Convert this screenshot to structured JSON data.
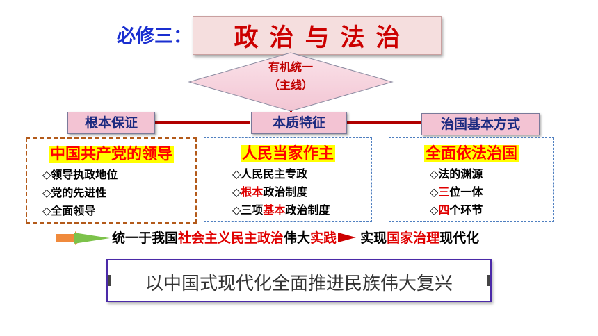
{
  "header": {
    "module_label": "必修三：",
    "title": "政治与法治"
  },
  "mainline": {
    "line1": "有机统一",
    "line2": "（主线）"
  },
  "branches": [
    {
      "label": "根本保证",
      "title": "中国共产党的领导",
      "items": [
        "◇领导执政地位",
        "◇党的先进性",
        "◇全面领导"
      ]
    },
    {
      "label": "本质特征",
      "title": "人民当家作主",
      "items": [
        {
          "pre": "◇人民民主专政",
          "red": "",
          "post": ""
        },
        {
          "pre": "◇",
          "red": "根本",
          "post": "政治制度"
        },
        {
          "pre": "◇三项",
          "red": "基本",
          "post": "政治制度"
        }
      ]
    },
    {
      "label": "治国基本方式",
      "title": "全面依法治国",
      "items": [
        {
          "pre": "◇法的渊源",
          "red": "",
          "post": ""
        },
        {
          "pre": "◇",
          "red": "三",
          "post": "位一体"
        },
        {
          "pre": "◇",
          "red": "四",
          "post": "个环节"
        }
      ]
    }
  ],
  "flow": {
    "p1": "统一于我国",
    "p2": "社会主义民主政治",
    "p3": "伟大",
    "p4": "实践",
    "p5": "实现",
    "p6": "国家治理",
    "p7": "现代化"
  },
  "goal": "以中国式现代化全面推进民族伟大复兴",
  "colors": {
    "accent_red": "#cc0000",
    "header_blue": "#1a2fd0",
    "label_pink": "#f3c3d3",
    "highlight_yellow": "#ffff00"
  }
}
